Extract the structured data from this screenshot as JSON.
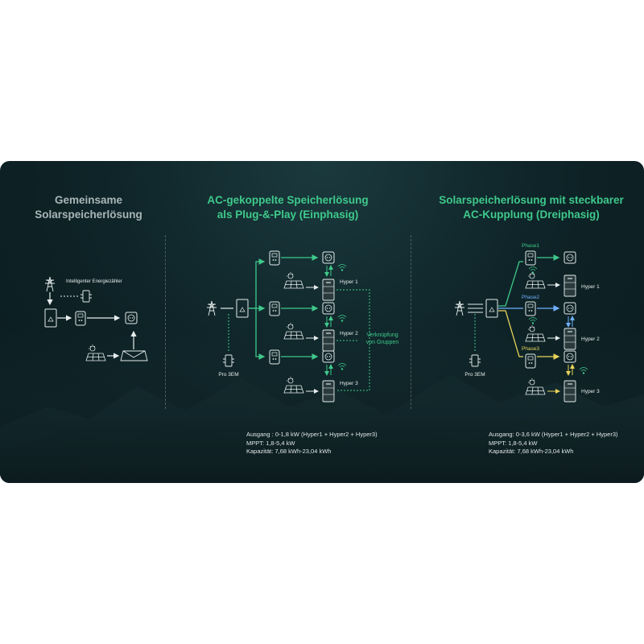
{
  "sections": {
    "left": {
      "title_line1": "Gemeinsame",
      "title_line2": "Solarspeicherlösung",
      "meter_label": "Intelligenter Energiezähler"
    },
    "middle": {
      "title_line1": "AC-gekoppelte Speicherlösung",
      "title_line2": "als Plug-&-Play (Einphasig)",
      "meter_label": "Pro 3EM",
      "hyper_labels": [
        "Hyper 1",
        "Hyper 2",
        "Hyper 3"
      ],
      "group_link_line1": "Verknüpfung",
      "group_link_line2": "von Gruppen",
      "specs": {
        "output": "Ausgang : 0-1,8 kW (Hyper1 + Hyper2 + Hyper3)",
        "mppt": "MPPT: 1,8-5,4 kW",
        "capacity": "Kapazität: 7,68 kWh-23,04 kWh"
      }
    },
    "right": {
      "title_line1": "Solarspeicherlösung mit steckbarer",
      "title_line2": "AC-Kupplung (Dreiphasig)",
      "meter_label": "Pro 3EM",
      "hyper_labels": [
        "Hyper 1",
        "Hyper 2",
        "Hyper 3"
      ],
      "phase_labels": [
        "Phase1",
        "Phase2",
        "Phase3"
      ],
      "specs": {
        "output": "Ausgang: 0-3,6 kW (Hyper1 + Hyper2 + Hyper3)",
        "mppt": "MPPT: 1,8-5,4 kW",
        "capacity": "Kapazität: 7,68 kWh-23,04 kWh"
      }
    }
  },
  "colors": {
    "accent_green": "#3fc98b",
    "phase1": "#3fc98b",
    "phase2": "#6fb0ff",
    "phase3": "#e8d45a",
    "muted_title": "#a9b6b8",
    "line_white": "#e6ecec"
  },
  "icons": [
    "transmission-tower-icon",
    "energy-meter-icon",
    "meter-box-icon",
    "smart-plug-icon",
    "power-outlet-icon",
    "solar-panel-icon",
    "battery-storage-icon",
    "wifi-signal-icon",
    "clamp-sensor-icon"
  ]
}
